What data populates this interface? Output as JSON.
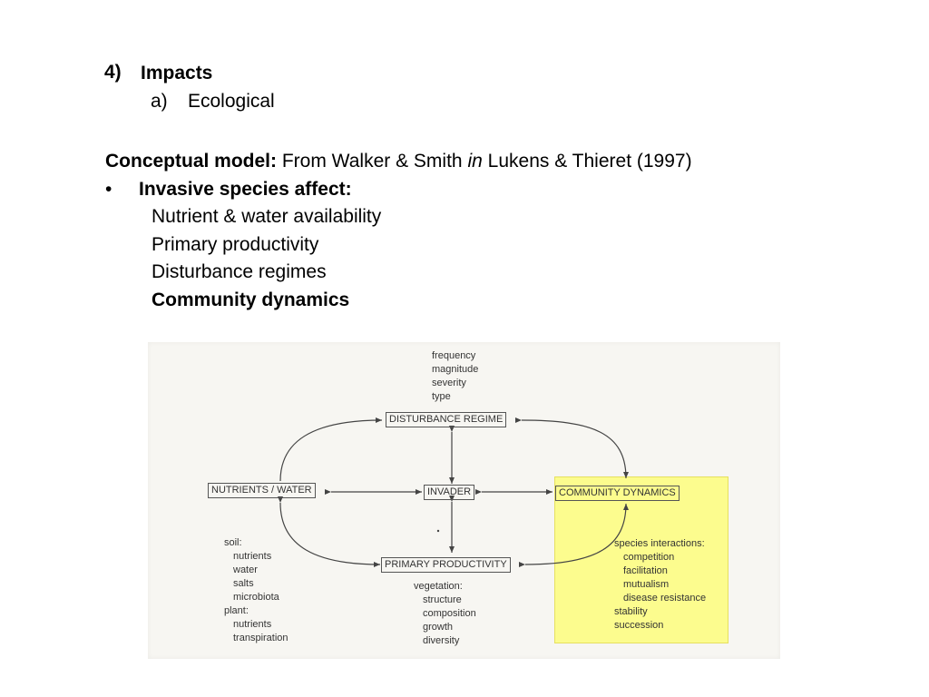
{
  "outline": {
    "item_number": "4)",
    "item_title": "Impacts",
    "sub_letter": "a)",
    "sub_title": "Ecological"
  },
  "model": {
    "label": "Conceptual model:",
    "source_pre": "From Walker & Smith",
    "source_in": "in",
    "source_post": "Lukens & Thieret (1997)"
  },
  "bullet": {
    "symbol": "•",
    "heading": "Invasive species affect:",
    "items": [
      "Nutrient & water availability",
      "Primary productivity",
      "Disturbance regimes",
      "Community dynamics"
    ]
  },
  "figure": {
    "disturbance_attrs": [
      "frequency",
      "magnitude",
      "severity",
      "type"
    ],
    "box_disturbance": "DISTURBANCE REGIME",
    "box_nutrients": "NUTRIENTS / WATER",
    "box_invader": "INVADER",
    "box_community": "COMMUNITY DYNAMICS",
    "box_productivity": "PRIMARY PRODUCTIVITY",
    "soil_plant_list": [
      "soil:",
      "nutrients",
      "water",
      "salts",
      "microbiota",
      "plant:",
      "nutrients",
      "transpiration"
    ],
    "vegetation_list": [
      "vegetation:",
      "structure",
      "composition",
      "growth",
      "diversity"
    ],
    "community_list": [
      "species interactions:",
      "competition",
      "facilitation",
      "mutualism",
      "disease resistance",
      "stability",
      "succession"
    ],
    "highlight_color": "#ffff50"
  }
}
